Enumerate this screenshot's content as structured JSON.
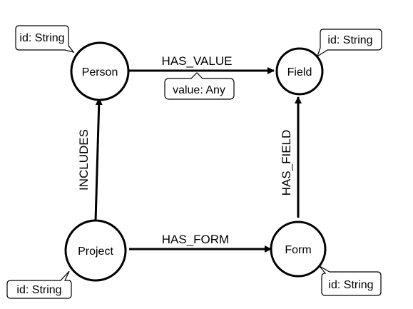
{
  "nodes": {
    "person": {
      "label": "Person",
      "property": "id: String"
    },
    "field": {
      "label": "Field",
      "property": "id: String"
    },
    "project": {
      "label": "Project",
      "property": "id: String"
    },
    "form": {
      "label": "Form",
      "property": "id: String"
    }
  },
  "relationships": {
    "has_value": {
      "label": "HAS_VALUE",
      "property": "value: Any"
    },
    "includes": {
      "label": "INCLUDES"
    },
    "has_field": {
      "label": "HAS_FIELD"
    },
    "has_form": {
      "label": "HAS_FORM"
    }
  }
}
